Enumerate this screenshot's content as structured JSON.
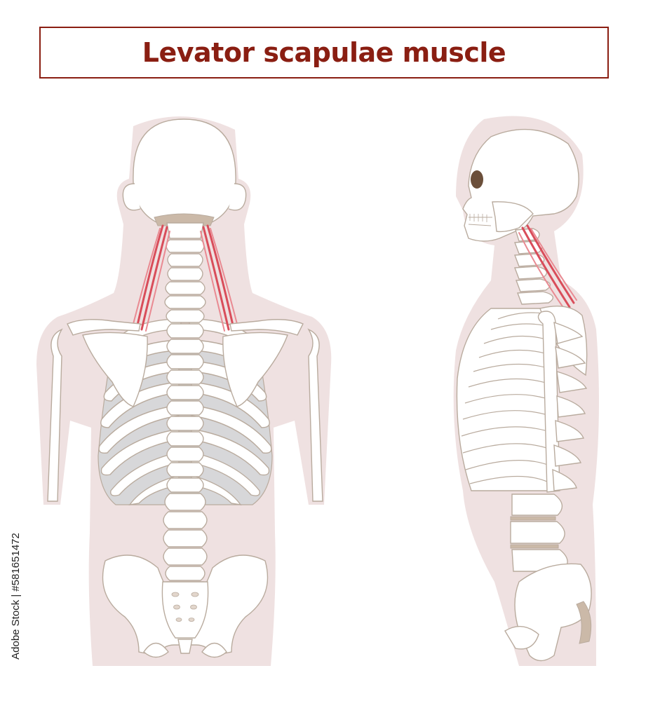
{
  "title": "Levator scapulae muscle",
  "stock_id": "Adobe Stock | #581651472",
  "colors": {
    "title": "#8a1e12",
    "silhouette": "#efe1e1",
    "bone_fill": "#ffffff",
    "bone_stroke": "#b9ab9e",
    "muscle": "#e0636d",
    "muscle_dark": "#c9404d",
    "cartilage": "#cbb9a8",
    "rib_shadow": "#d7d7d9"
  },
  "views": [
    {
      "name": "posterior-view"
    },
    {
      "name": "lateral-view"
    }
  ]
}
